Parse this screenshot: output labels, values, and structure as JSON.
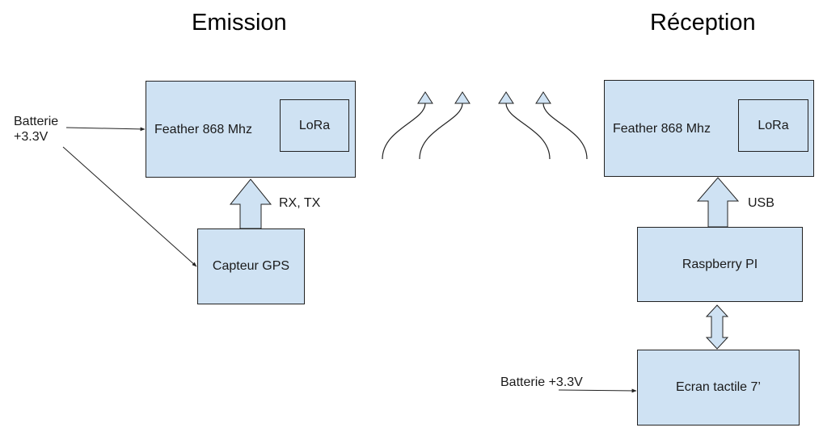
{
  "titles": {
    "emission": "Emission",
    "reception": "Réception"
  },
  "emission": {
    "feather": "Feather 868 Mhz",
    "lora": "LoRa",
    "gps": "Capteur GPS",
    "link_label": "RX, TX",
    "battery_line1": "Batterie",
    "battery_line2": "+3.3V"
  },
  "reception": {
    "feather": "Feather 868 Mhz",
    "lora": "LoRa",
    "raspberry": "Raspberry PI",
    "screen": "Ecran tactile 7’",
    "link_label": "USB",
    "battery": "Batterie +3.3V"
  },
  "colors": {
    "box_fill": "#cfe2f3",
    "stroke": "#222222"
  }
}
